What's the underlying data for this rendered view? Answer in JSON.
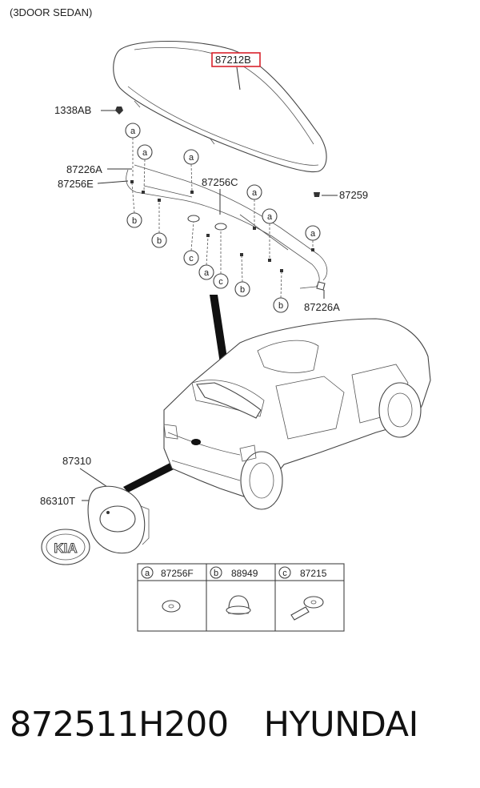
{
  "header": {
    "variant": "(3DOOR SEDAN)"
  },
  "parts": {
    "spoiler": "87212B",
    "bolt": "1338AB",
    "seal_a": "87226A",
    "seal_e": "87256E",
    "harness": "87256C",
    "grommet": "87259",
    "seal_a2": "87226A",
    "emblem_bracket": "87310",
    "emblem": "86310T"
  },
  "callout_letters": {
    "a": "a",
    "b": "b",
    "c": "c"
  },
  "legend": [
    {
      "letter": "a",
      "part": "87256F"
    },
    {
      "letter": "b",
      "part": "88949"
    },
    {
      "letter": "c",
      "part": "87215"
    }
  ],
  "footer": {
    "part_number": "872511H200",
    "brand": "HYUNDAI"
  },
  "colors": {
    "highlight": "#d9232d"
  }
}
